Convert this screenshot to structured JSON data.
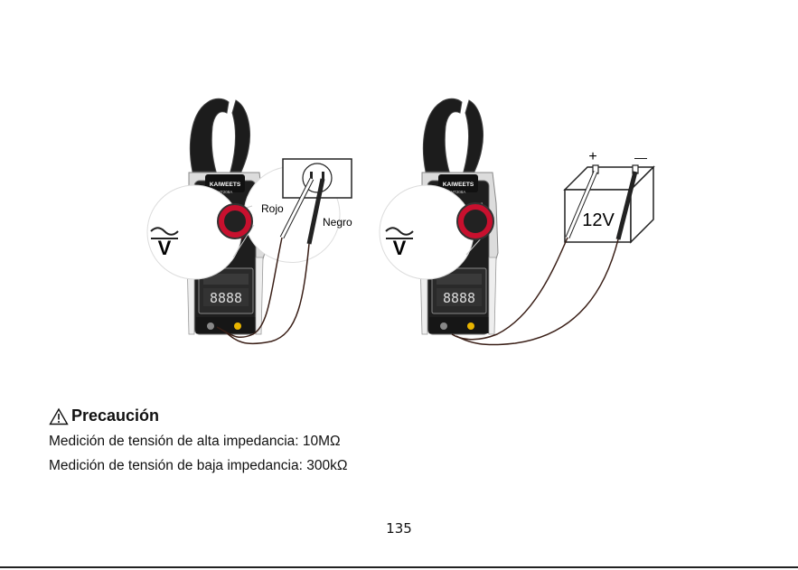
{
  "figure": {
    "left": {
      "brand": "KAIWEETS",
      "model": "HT208A",
      "mode_symbol": "V",
      "display_digits": "8888",
      "red_label": "Rojo",
      "black_label": "Negro"
    },
    "right": {
      "brand": "KAIWEETS",
      "model": "HT208A",
      "mode_symbol": "V",
      "display_digits": "8888",
      "plus_sign": "+",
      "minus_sign": "—",
      "battery_label": "12V"
    }
  },
  "caution": {
    "title": "Precaución",
    "lines": [
      "Medición de tensión de alta impedancia: 10MΩ",
      "Medición de tensión de baja impedancia: 300kΩ"
    ]
  },
  "page_number": "135"
}
